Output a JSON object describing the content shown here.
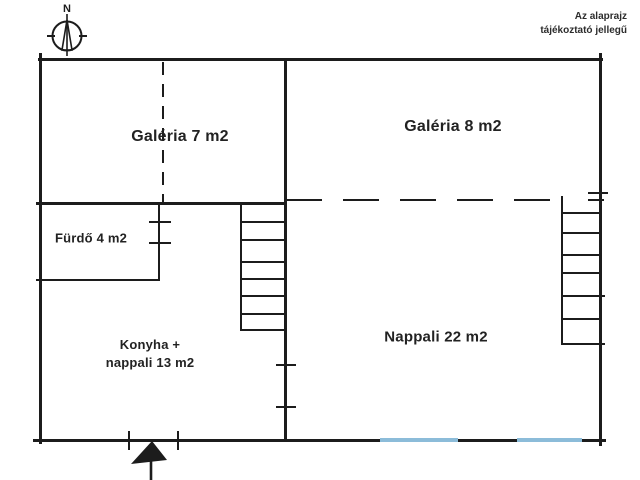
{
  "disclaimer": {
    "line1": "Az alaprajz",
    "line2": "tájékoztató jellegű"
  },
  "compass": {
    "north_label": "N"
  },
  "rooms": {
    "galeria7": {
      "label": "Galéria 7 m2"
    },
    "galeria8": {
      "label": "Galéria 8 m2"
    },
    "furdo": {
      "label": "Fürdő 4 m2"
    },
    "konyha_nappali": {
      "line1": "Konyha +",
      "line2": "nappali 13 m2"
    },
    "nappali": {
      "label": "Nappali 22 m2"
    }
  },
  "colors": {
    "wall": "#1c1c1c",
    "window": "#8cbcd9",
    "background": "#ffffff"
  }
}
